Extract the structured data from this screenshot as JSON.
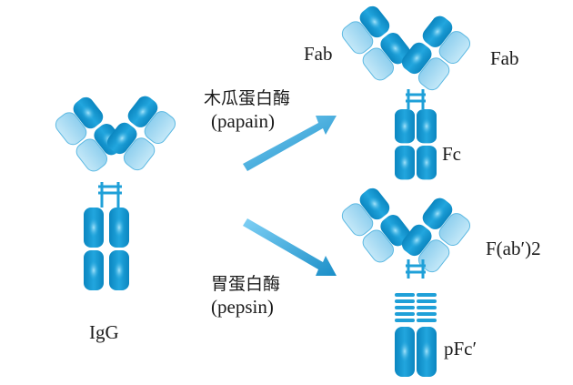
{
  "labels": {
    "igg": "IgG",
    "papain_cn": "木瓜蛋白酶",
    "papain_en": "(papain)",
    "pepsin_cn": "胃蛋白酶",
    "pepsin_en": "(pepsin)",
    "fab_left": "Fab",
    "fab_right": "Fab",
    "fc": "Fc",
    "fab2": "F(ab′)2",
    "pfc": "pFc′"
  },
  "colors": {
    "light_chain": "#9bd3ef",
    "light_chain_edge": "#3aa8d8",
    "heavy_chain": "#1fa0d8",
    "heavy_chain_dark": "#0b86c0",
    "highlight": "#7fd0f5",
    "arrow": "#2a9fd6",
    "text": "#1a1a1a"
  }
}
